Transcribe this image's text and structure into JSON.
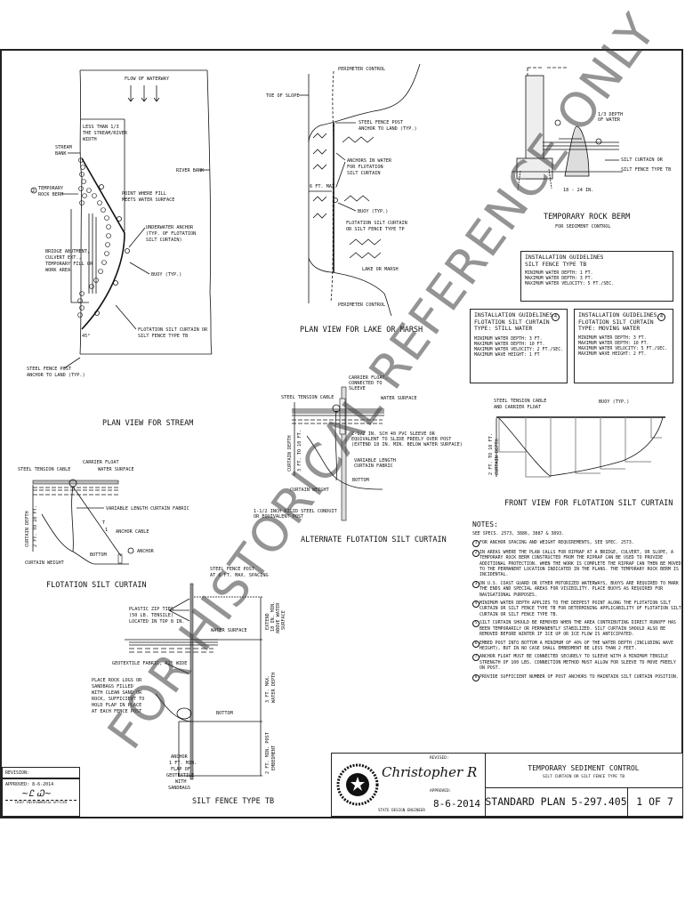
{
  "plan_view_stream": {
    "title": "PLAN VIEW FOR STREAM",
    "title_ref": "5",
    "flow_label": "FLOW OF WATERWAY",
    "width_label": [
      "LESS THAN 1/3",
      "THE STREAM/RIVER",
      "WIDTH"
    ],
    "stream_bank": [
      "STREAM",
      "BANK"
    ],
    "river_bank": "RIVER BANK",
    "temporary_rock_berm": [
      "TEMPORARY",
      "ROCK BERM"
    ],
    "temporary_rock_berm_ref": "2",
    "point_where_fill": [
      "POINT WHERE FILL",
      "MEETS WATER SURFACE"
    ],
    "underwater_anchor": [
      "UNDERWATER ANCHOR",
      "(TYP. OF FLOTATION",
      "SILT CURTAIN)"
    ],
    "underwater_anchor_ref": "1",
    "bridge_abutment": [
      "BRIDGE ABUTMENT,",
      "CULVERT EXT.,",
      "TEMPORARY FILL OR",
      "WORK AREA"
    ],
    "buoy": "BUOY (TYP.)",
    "buoy_ref": "3",
    "flotation_curtain": [
      "FLOTATION SILT CURTAIN OR",
      "SILT FENCE TYPE TB"
    ],
    "steel_fence_post": [
      "STEEL FENCE POST",
      "ANCHOR TO LAND (TYP.)"
    ],
    "angle_label": "45°"
  },
  "plan_view_lake": {
    "title": "PLAN VIEW FOR LAKE OR MARSH",
    "title_ref": "5",
    "perimeter_control_top": "PERIMETER CONTROL",
    "toe_of_slope": "TOE OF SLOPE",
    "steel_fence_post": [
      "STEEL FENCE POST",
      "ANCHOR TO LAND (TYP.)"
    ],
    "anchors_in_water": [
      "ANCHORS IN WATER",
      "FOR FLOTATION",
      "SILT CURTAIN"
    ],
    "anchors_ref": "1",
    "six_ft_max": "6 FT. MAX.",
    "buoy": "BUOY (TYP.)",
    "buoy_ref": "3",
    "flotation_curtain": [
      "FLOTATION SILT CURTAIN",
      "OR SILT FENCE TYPE TP"
    ],
    "lake_or_marsh": "LAKE OR MARSH",
    "perimeter_control_bottom": "PERIMETER CONTROL"
  },
  "rock_berm": {
    "title": "TEMPORARY ROCK BERM",
    "subtitle": "FOR SEDIMENT CONTROL",
    "depth_label": [
      "1/3 DEPTH",
      "OF WATER"
    ],
    "silt_curtain": [
      "SILT CURTAIN OR",
      "SILT FENCE TYPE TB"
    ],
    "width_label": "18 - 24 IN.",
    "ref_berm": "2",
    "ref_curtain": "4"
  },
  "guidelines": [
    {
      "heading": [
        "INSTALLATION GUIDELINES",
        "SILT FENCE TYPE TB"
      ],
      "ref": "",
      "rows": [
        "MINIMUM WATER DEPTH: 1 FT.",
        "MAXIMUM WATER DEPTH: 3 FT.",
        "MAXIMUM WATER VELOCITY: 5 FT./SEC."
      ]
    },
    {
      "heading": [
        "INSTALLATION GUIDELINES",
        "FLOTATION SILT CURTAIN",
        "TYPE: STILL WATER"
      ],
      "ref": "4",
      "rows": [
        "MINIMUM WATER DEPTH: 3 FT.",
        "MAXIMUM WATER DEPTH: 10 FT.",
        "MAXIMUM WATER VELOCITY: 2 FT./SEC.",
        "MAXIMUM WAVE HEIGHT: 1 FT"
      ]
    },
    {
      "heading": [
        "INSTALLATION GUIDELINES",
        "FLOTATION SILT CURTAIN",
        "TYPE: MOVING WATER"
      ],
      "ref": "4",
      "rows": [
        "MINIMUM WATER DEPTH: 3 FT.",
        "MAXIMUM WATER DEPTH: 10 FT.",
        "MAXIMUM WATER VELOCITY: 5 FT./SEC.",
        "MAXIMUM  WAVE HEIGHT: 2 FT."
      ]
    }
  ],
  "alternate_curtain": {
    "title": "ALTERNATE FLOTATION SILT CURTAIN",
    "carrier_float": [
      "CARRIER FLOAT,",
      "CONNECTED TO",
      "SLEEVE"
    ],
    "carrier_ref": "7",
    "steel_tension_cable": "STEEL TENSION CABLE",
    "water_surface": "WATER SURFACE",
    "pvc_sleeve": [
      "2-1/2 IN. SCH 40 PVC SLEEVE OR",
      "EQUIVALENT TO SLIDE FREELY OVER POST",
      "(EXTEND 18 IN. MIN. BELOW WATER SURFACE)"
    ],
    "curtain_depth": [
      "CURTAIN DEPTH",
      "3 FT. TO 10 FT."
    ],
    "curtain_ref": "4",
    "variable_length": [
      "VARIABLE LENGTH",
      "CURTAIN FABRIC"
    ],
    "bottom": "BOTTOM",
    "curtain_weight": "CURTAIN WEIGHT",
    "conduit": [
      "1-1/2 INCH RIGID STEEL CONDUIT",
      "OR EQUIVALENT POST"
    ],
    "conduit_ref": "6"
  },
  "front_view": {
    "title": "FRONT VIEW FOR FLOTATION SILT CURTAIN",
    "cable_label": [
      "STEEL TENSION CABLE",
      "AND CARRIER FLOAT"
    ],
    "buoy": "BUOY (TYP.)",
    "buoy_ref": "3",
    "depth_label": [
      "2 FT. TO 10 FT.",
      "CURTAIN DEPTH"
    ]
  },
  "flotation_curtain": {
    "title": "FLOTATION SILT CURTAIN",
    "steel_tension_cable": "STEEL TENSION CABLE",
    "carrier_float": "CARRIER FLOAT",
    "water_surface": "WATER SURFACE",
    "variable_length": "VARIABLE LENGTH CURTAIN FABRIC",
    "anchor_cable": "ANCHOR CABLE",
    "anchor": "ANCHOR",
    "anchor_ref": "1",
    "bottom": "BOTTOM",
    "curtain_weight": "CURTAIN WEIGHT",
    "curtain_depth": [
      "CURTAIN DEPTH",
      "2 FT. TO 10 FT."
    ],
    "curtain_ref": "4",
    "slope_label": [
      "T",
      "1"
    ]
  },
  "silt_fence_tb": {
    "title": "SILT FENCE TYPE TB",
    "title_ref": "6",
    "steel_fence_post": [
      "STEEL FENCE POST",
      "AT 6 FT. MAX. SPACING"
    ],
    "zip_ties": [
      "PLASTIC ZIP TIES",
      "(50 LB. TENSILE)",
      "LOCATED IN TOP 8 IN."
    ],
    "water_surface": "WATER SURFACE",
    "geotextile": "GEOTEXTILE FABRIC, 72\" WIDE",
    "rock_logs": [
      "PLACE ROCK LOGS OR",
      "SANDBAGS FILLED",
      "WITH CLEAN SAND OR",
      "ROCK, SUFFICIENT TO",
      "HOLD FLAP IN PLACE",
      "AT EACH FENCE POST"
    ],
    "bottom": "BOTTOM",
    "anchor_flap": [
      "ANCHOR",
      "1 FT. MIN.",
      "FLAP OF",
      "GEOTEXTILE",
      "WITH",
      "SANDBAGS"
    ],
    "extend": [
      "EXTEND",
      "18 IN. MIN.",
      "ABOVE WATER",
      "SURFACE"
    ],
    "water_depth": [
      "3 FT. MAX.",
      "WATER DEPTH"
    ],
    "embedment": [
      "2 FT. MIN. POST",
      "EMBEDMENT"
    ]
  },
  "notes": {
    "title": "NOTES:",
    "specs": "SEE SPECS. 2573, 3886, 3887 & 3893.",
    "items": [
      {
        "num": "1",
        "text": "FOR ANCHOR SPACING AND WEIGHT REQUIREMENTS, SEE SPEC. 2573."
      },
      {
        "num": "2",
        "text": "IN AREAS WHERE THE PLAN CALLS FOR RIPRAP AT A BRIDGE, CULVERT, OR SLOPE, A TEMPORARY ROCK BERM CONSTRUCTED FROM THE RIPRAP CAN BE USED TO PROVIDE ADDITIONAL PROTECTION. WHEN THE WORK IS COMPLETE THE RIPRAP CAN THEN BE MOVED TO THE PERMANENT LOCATION INDICATED IN THE PLANS. THE TEMPORARY ROCK BERM IS INCIDENTAL."
      },
      {
        "num": "3",
        "text": "ON U.S. COAST GUARD OR OTHER MOTORIZED WATERWAYS, BUOYS ARE REQUIRED TO MARK THE ENDS AND SPECIAL AREAS FOR VISIBILITY. PLACE BUOYS AS REQUIRED FOR NAVIGATIONAL PURPOSES."
      },
      {
        "num": "4",
        "text": "MINIMUM WATER DEPTH APPLIES TO THE DEEPEST POINT ALONG THE FLOTATION SILT CURTAIN OR SILT FENCE TYPE TB FOR DETERMINING APPLICABILITY OF FLOTATION SILT CURTAIN OR SILT FENCE TYPE TB."
      },
      {
        "num": "5",
        "text": "SILT CURTAIN SHOULD BE REMOVED WHEN THE AREA CONTRIBUTING DIRECT RUNOFF HAS BEEN TEMPORARILY OR PERMANENTLY STABILIZED. SILT CURTAIN SHOULD ALSO BE REMOVED BEFORE WINTER IF ICE UP OR ICE FLOW IS ANTICIPATED."
      },
      {
        "num": "6",
        "text": "EMBED POST INTO BOTTOM A MINIMUM OF 40% OF THE WATER DEPTH (INCLUDING WAVE HEIGHT), BUT IN NO CASE SHALL EMBEDMENT BE LESS THAN 2 FEET."
      },
      {
        "num": "7",
        "text": "ANCHOR FLOAT MUST BE CONNECTED SECURELY TO SLEEVE WITH A MINIMUM TENSILE STRENGTH OF 100 LBS. CONNECTION METHOD MUST ALLOW FOR SLEEVE TO MOVE FREELY ON POST."
      },
      {
        "num": "8",
        "text": "PROVIDE SUFFICIENT NUMBER OF POST ANCHORS TO MAINTAIN SILT CURTAIN POSITION."
      }
    ]
  },
  "watermark": "FOR HISTORICAL REFERENCE ONLY",
  "title_block": {
    "revision_label": "REVISION:",
    "approved_left": "APPROVED: 8-6-2014",
    "env_officer": "CHIEF ENVIRONMENTAL OFFICER",
    "revised_label": "REVISED:",
    "approved_label": "APPROVED:",
    "approved_date": "8-6-2014",
    "state_engineer": "STATE DESIGN ENGINEER",
    "seal_text": "MINNESOTA DEPARTMENT OF TRANSPORTATION",
    "sheet_title": "TEMPORARY SEDIMENT CONTROL",
    "sheet_subtitle": "SILT CURTAIN OR SILT FENCE TYPE TB",
    "plan_number": "STANDARD PLAN 5-297.405",
    "sheet_number": "1 OF 7"
  }
}
